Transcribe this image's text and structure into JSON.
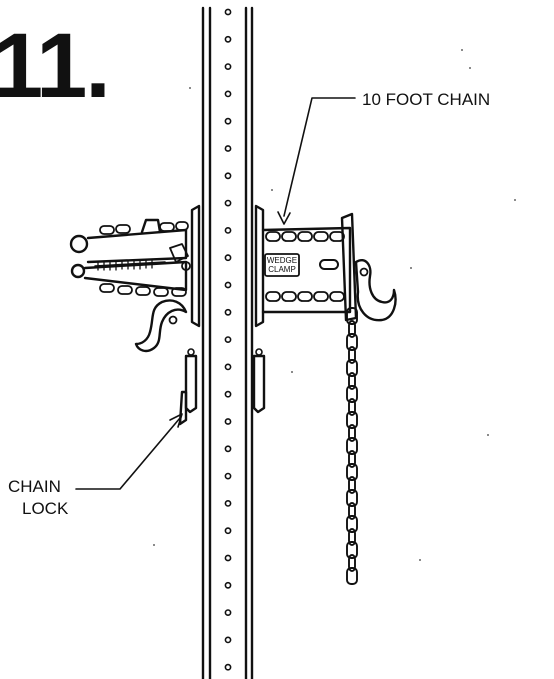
{
  "step": {
    "number": "11."
  },
  "labels": {
    "ten_foot_chain": "10 FOOT CHAIN",
    "chain_lock_line1": "CHAIN",
    "chain_lock_line2": "LOCK"
  },
  "clamp_stamp": {
    "line1": "WEDGE",
    "line2": "CLAMP"
  }
}
